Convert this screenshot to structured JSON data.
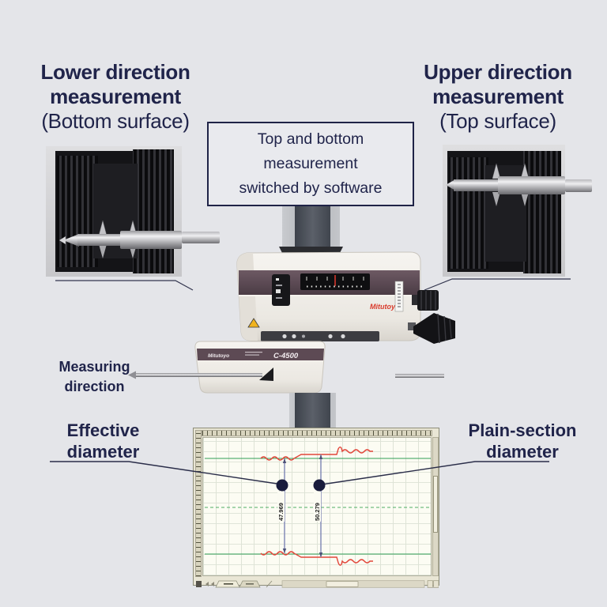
{
  "headings": {
    "lower": [
      "Lower direction",
      "measurement",
      "(Bottom surface)"
    ],
    "upper": [
      "Upper direction",
      "measurement",
      "(Top surface)"
    ]
  },
  "center_box": [
    "Top and bottom",
    "measurement",
    "switched by software"
  ],
  "measuring_direction": [
    "Measuring",
    "direction"
  ],
  "callout_labels": {
    "effective": [
      "Effective",
      "diameter"
    ],
    "plain": [
      "Plain-section",
      "diameter"
    ]
  },
  "machine": {
    "head_brand": "Mitutoyo",
    "drive_brand": "Mitutoyo",
    "drive_model": "C-4500"
  },
  "chart_data": {
    "type": "line",
    "title": "",
    "description": "Contour measurement software trace of a threaded part: upper and lower surface profiles (red), green datum/centerlines, and two vertical diameter dimensions",
    "measurements": [
      {
        "label": "Effective diameter",
        "value": "47.969"
      },
      {
        "label": "Plain-section diameter",
        "value": "50.279"
      }
    ],
    "series": [
      {
        "name": "upper surface profile",
        "color": "#e2463a",
        "points": [
          [
            0,
            0
          ],
          [
            34,
            0
          ],
          [
            36,
            1.5
          ],
          [
            66,
            1.5
          ],
          [
            68,
            4
          ],
          [
            70,
            3.2
          ],
          [
            100,
            3.2
          ]
        ],
        "note": "wavy thread crest, step up to plain section with overshoot"
      },
      {
        "name": "lower surface profile",
        "color": "#e2463a",
        "points": [
          [
            0,
            0
          ],
          [
            34,
            0
          ],
          [
            36,
            -1.5
          ],
          [
            66,
            -1.5
          ],
          [
            68,
            -4
          ],
          [
            70,
            -3.2
          ],
          [
            100,
            -3.2
          ]
        ],
        "note": "mirror image of upper profile"
      }
    ],
    "reference_lines": [
      "upper datum (solid green)",
      "centerline (dashed green)",
      "lower datum (solid green)"
    ],
    "grid": true,
    "legend": false
  },
  "colors": {
    "text_navy": "#20244a",
    "box_border": "#1f2347",
    "mitutoyo_red": "#d93a2b",
    "trace_red": "#e2463a",
    "reference_green": "#2f9e55",
    "dimension_blue": "#7d84b4",
    "background": "#e4e5e9"
  }
}
